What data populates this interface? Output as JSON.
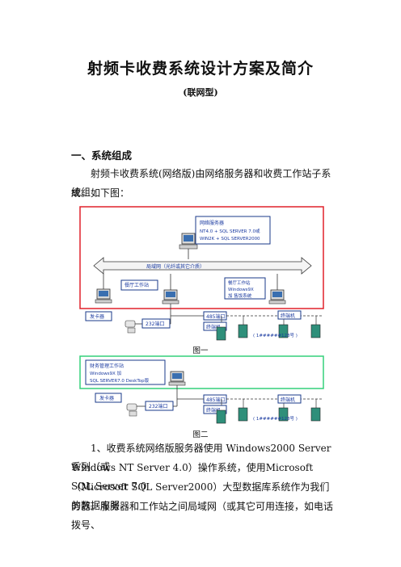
{
  "title": "射频卡收费系统设计方案及简介",
  "subtitle": "(联网型)",
  "section1": {
    "heading": "一、系统组成"
  },
  "intro": {
    "line1": "射频卡收费系统(网络版)由网络服务器和收费工作站子系统组",
    "line2": "成。如下图："
  },
  "figure1": {
    "server_box": [
      "网络服务器",
      "NT4.0 + SQL SERVER 7.0或",
      "WIN2K + SQL SERVER2000"
    ],
    "lan_label": "局域网（光纤或其它介质）",
    "station_label": "餐厅工作站",
    "station2_box": [
      "餐厅工作站",
      "Windows9X",
      "加 售饭系统"
    ],
    "card_issuer": "发卡器",
    "rs232": "232端口",
    "rs485": "485端口",
    "terminal": "终端机",
    "terminal_range": "( 1######128号 )",
    "caption": "图一",
    "frame_color": "#e0202a"
  },
  "figure2": {
    "workstation_box": [
      "财务管理工作站",
      "Windows9X 加",
      "SQL SERVER7.0 DeskTop版"
    ],
    "card_issuer": "发卡器",
    "rs232": "232端口",
    "rs485": "485端口",
    "terminal": "终端机",
    "terminal_range": "( 1######128号 )",
    "caption": "图二",
    "frame_color": "#34d17a"
  },
  "para1": {
    "line1": "1、收费系统网络版服务器使用 Windows2000 Server 系列（或",
    "line2": "Windows NT Server 4.0）操作系统，使用Microsoft SQL Server 7.0",
    "line3": "（Microsoft SQL Server2000）大型数据库系统作为我们的数据库服",
    "line4": "务器。服务器和工作站之间局域网（或其它可用连接，如电话拨号、"
  }
}
